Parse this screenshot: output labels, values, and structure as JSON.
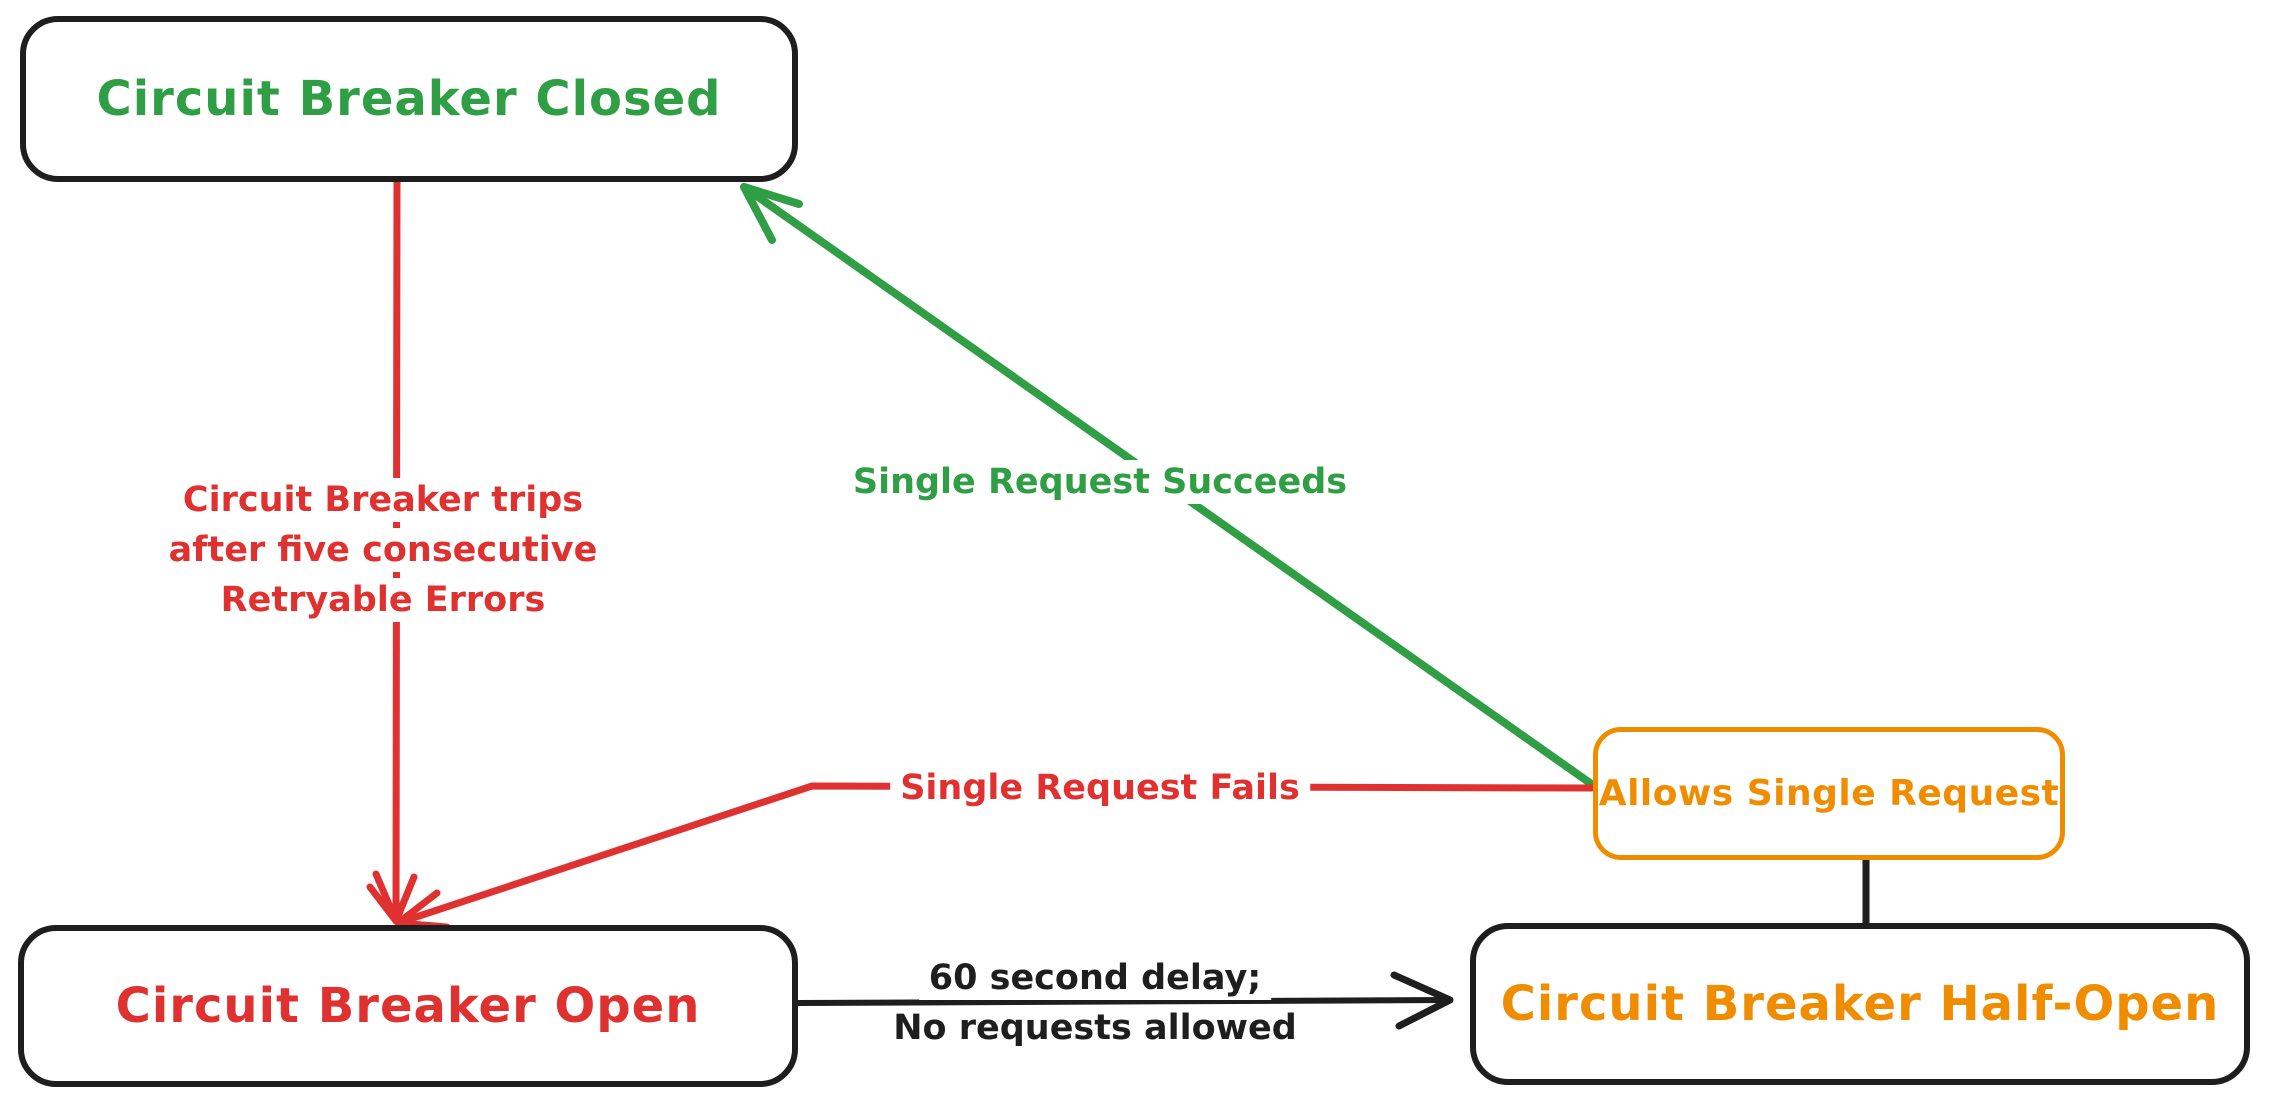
{
  "colors": {
    "green": "#2f9e44",
    "red": "#e03131",
    "orange": "#f08c00",
    "ink": "#1e1e1e",
    "background": "#ffffff"
  },
  "nodes": {
    "closed": {
      "label": "Circuit Breaker Closed"
    },
    "open": {
      "label": "Circuit Breaker Open"
    },
    "half_open": {
      "label": "Circuit Breaker Half-Open"
    },
    "allows": {
      "label": "Allows Single Request"
    }
  },
  "edges": {
    "trip": {
      "from": "Circuit Breaker Closed",
      "to": "Circuit Breaker Open",
      "lines": [
        "Circuit Breaker trips",
        "after five consecutive",
        "Retryable Errors"
      ]
    },
    "succeed": {
      "from": "Allows Single Request",
      "to": "Circuit Breaker Closed",
      "label": "Single Request Succeeds"
    },
    "fail": {
      "from": "Allows Single Request",
      "to": "Circuit Breaker Open",
      "label": "Single Request Fails"
    },
    "delay": {
      "from": "Circuit Breaker Open",
      "to": "Circuit Breaker Half-Open",
      "lines": [
        "60 second delay;",
        "No requests allowed"
      ]
    },
    "half_open_link": {
      "from": "Circuit Breaker Half-Open",
      "to": "Allows Single Request",
      "label": ""
    }
  }
}
